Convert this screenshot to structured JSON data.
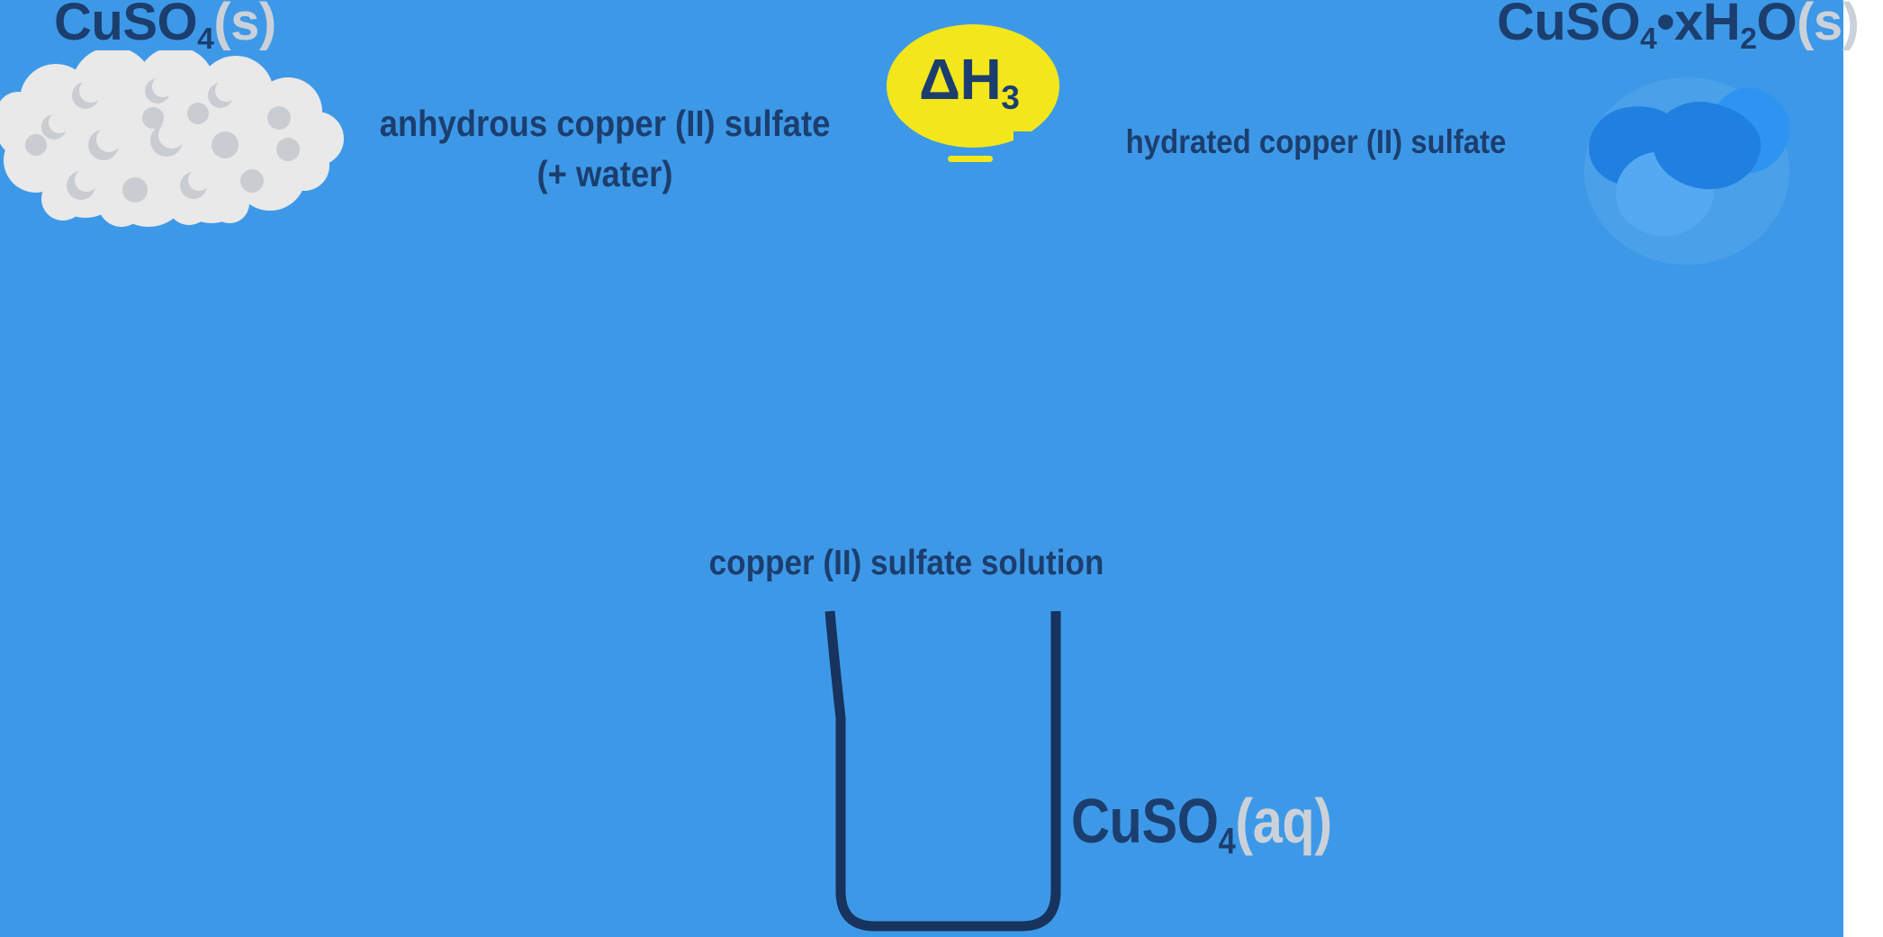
{
  "palette": {
    "bg": "#3d99e8",
    "navy": "#1c3e6e",
    "muted": "#ccd1d9",
    "yellow": "#f3e71c",
    "beaker": "#17335e",
    "powder": "#e9e9e9",
    "powder-speck": "#c9cdd2",
    "crystal-mid": "#1f80e0",
    "crystal-bright": "#2e94f2",
    "crystal-light": "#55a9f3",
    "page": "#ffffff"
  },
  "anhydrous": {
    "formula": [
      {
        "text": "CuSO"
      },
      {
        "text": "4",
        "style": "sub"
      },
      {
        "text": "(s)",
        "style": "muted"
      }
    ],
    "caption_line1": "anhydrous copper (II) sulfate",
    "caption_line2": "(+ water)"
  },
  "enthalpy": {
    "label": [
      {
        "text": "ΔH"
      },
      {
        "text": "3",
        "style": "sub"
      }
    ]
  },
  "hydrated": {
    "formula": [
      {
        "text": "CuSO"
      },
      {
        "text": "4",
        "style": "sub"
      },
      {
        "text": "•xH"
      },
      {
        "text": "2",
        "style": "sub"
      },
      {
        "text": "O"
      },
      {
        "text": "(s)",
        "style": "muted"
      }
    ],
    "caption": "hydrated copper (II) sulfate"
  },
  "solution": {
    "caption": "copper (II) sulfate solution",
    "formula": [
      {
        "text": "CuSO"
      },
      {
        "text": "4",
        "style": "sub"
      },
      {
        "text": "(aq)",
        "style": "muted"
      }
    ]
  }
}
